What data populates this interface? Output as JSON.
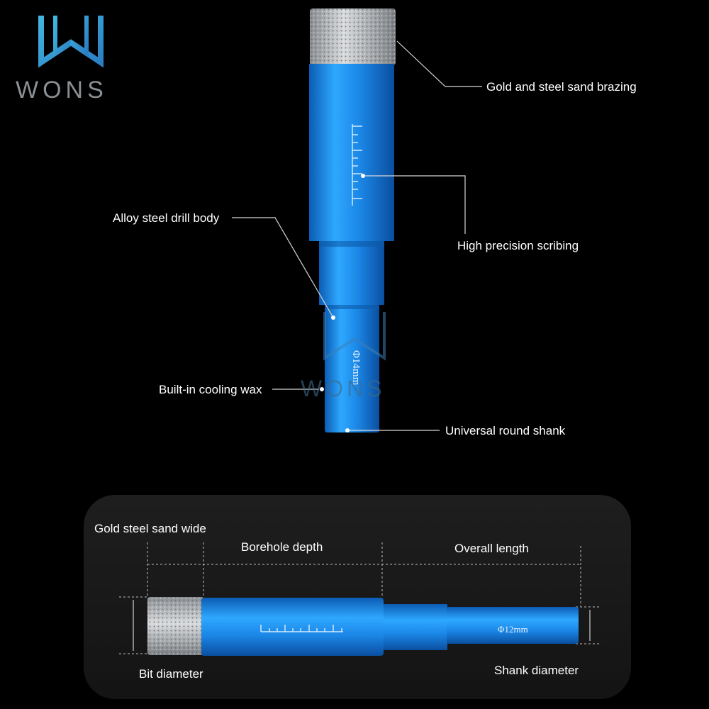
{
  "logo": {
    "text": "WONS",
    "brand_color": "#3aa7d6"
  },
  "callouts": {
    "brazing": "Gold and steel sand brazing",
    "scribing": "High precision scribing",
    "drill_body": "Alloy steel drill body",
    "cooling_wax": "Built-in cooling wax",
    "round_shank": "Universal round shank"
  },
  "bit_marking": "Φ14mm",
  "watermark": "WONS",
  "dimensions": {
    "sand_width": "Gold steel sand wide",
    "borehole_depth": "Borehole depth",
    "overall_length": "Overall length",
    "bit_diameter": "Bit diameter",
    "shank_diameter": "Shank diameter",
    "shank_marking": "Φ12mm"
  },
  "colors": {
    "bit_blue": "#1f8ee0",
    "background": "#000000",
    "panel": "#1a1a1a"
  }
}
